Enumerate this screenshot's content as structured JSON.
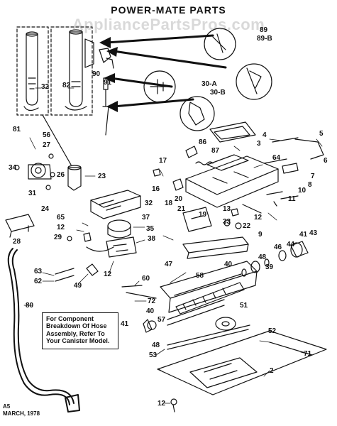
{
  "header": {
    "title": "POWER-MATE PARTS",
    "watermark": "AppliancePartsPros.com"
  },
  "callouts": {
    "c81": "81",
    "c82": "82",
    "c32a": "32",
    "c90": "90",
    "c91": "91",
    "c89": "89",
    "c89b": "89-B",
    "c30a": "30-A",
    "c30b": "30-B",
    "c56": "56",
    "c27": "27",
    "c34": "34",
    "c26": "26",
    "c31": "31",
    "c24": "24",
    "c23": "23",
    "c16": "16",
    "c17": "17",
    "c18": "18",
    "c86": "86",
    "c87": "87",
    "c3": "3",
    "c4": "4",
    "c5": "5",
    "c64": "64",
    "c6": "6",
    "c7": "7",
    "c8": "8",
    "c10": "10",
    "c11": "11",
    "c32b": "32",
    "c20": "20",
    "c21": "21",
    "c13": "13",
    "c19": "19",
    "c33": "33",
    "c22": "22",
    "c12a": "12",
    "c9": "9",
    "c65": "65",
    "c12b": "12",
    "c37": "37",
    "c35": "35",
    "c38": "38",
    "c28": "28",
    "c29": "29",
    "c44": "44",
    "c41a": "41",
    "c43": "43",
    "c46": "46",
    "c48a": "48",
    "c39": "39",
    "c63": "63",
    "c62": "62",
    "c49": "49",
    "c12c": "12",
    "c60": "60",
    "c47": "47",
    "c40a": "40",
    "c58": "58",
    "c72": "72",
    "c80": "80",
    "c51": "51",
    "c40b": "40",
    "c41b": "41",
    "c57": "57",
    "c48b": "48",
    "c52": "52",
    "c53": "53",
    "c71": "71",
    "c2": "2",
    "c12d": "12"
  },
  "note": {
    "text": "For Component\nBreakdown Of Hose\nAssembly, Refer To\nYour Canister Model."
  },
  "footer": {
    "text": "A5\nMARCH, 1978"
  }
}
